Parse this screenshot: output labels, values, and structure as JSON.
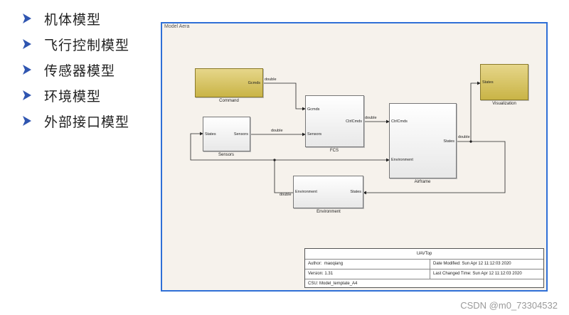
{
  "bullets": [
    {
      "text": "机体模型"
    },
    {
      "text": "飞行控制模型"
    },
    {
      "text": "传感器模型"
    },
    {
      "text": "环境模型"
    },
    {
      "text": "外部接口模型"
    }
  ],
  "canvas": {
    "label": "Model Aera"
  },
  "blocks": {
    "command": {
      "name": "Command",
      "out_port": "Gcmds"
    },
    "sensors": {
      "name": "Sensors",
      "in_port": "States",
      "out_port": "Sensors"
    },
    "fcs": {
      "name": "FCS",
      "in_port_1": "Gcmds",
      "in_port_2": "Sensors",
      "out_port": "CtrlCmds"
    },
    "airframe": {
      "name": "Airframe",
      "in_port_1": "CtrlCmds",
      "in_port_2": "Environment",
      "out_port": "States"
    },
    "environment": {
      "name": "Environment",
      "in_port": "States",
      "out_port": "Environment"
    },
    "visualization": {
      "name": "Visualization",
      "in_port": "States"
    }
  },
  "wire_labels": {
    "command_fcs": "double",
    "sensors_fcs": "double",
    "fcs_airframe": "double",
    "airframe_out": "double",
    "environment_out": "double"
  },
  "title_block": {
    "title": "UAVTop",
    "author_label": "Author:",
    "author_value": "maoqiang",
    "date_modified_label": "Date Modified:",
    "date_modified_value": "Sun Apr 12 11:12:03 2020",
    "version_label": "Version:",
    "version_value": "1.31",
    "last_changed_label": "Last Changed Time:",
    "last_changed_value": "Sun Apr 12 11:12:03 2020",
    "csu": "CSU: Model_template_A4"
  },
  "watermark": "CSDN @m0_73304532",
  "colors": {
    "bullet_arrow": "#2f55b0",
    "canvas_border": "#2f6fd6",
    "canvas_bg": "#f6f2ec",
    "gold_block": "#d4c060"
  }
}
